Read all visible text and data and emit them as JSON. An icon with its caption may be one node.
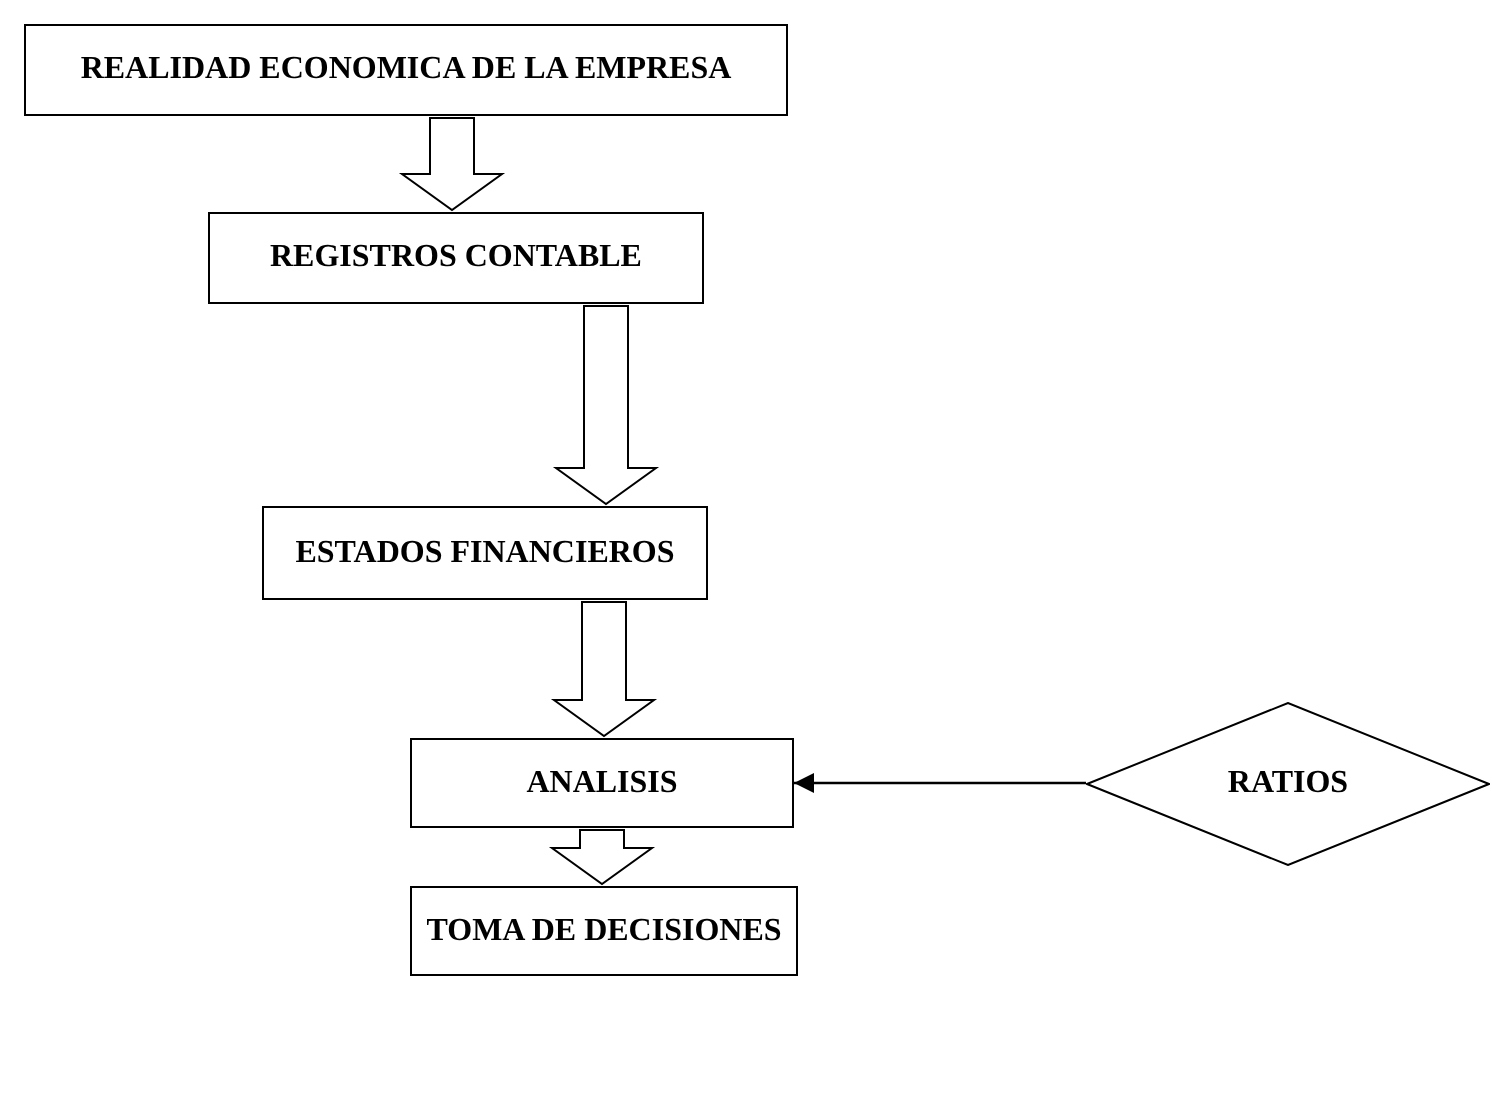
{
  "diagram": {
    "nodes": [
      {
        "text": [
          "REALIDAD ECONOMICA DE LA EMPRESA"
        ]
      },
      {
        "text": [
          "REGISTROS CONTABLE"
        ]
      },
      {
        "text": [
          "ESTADOS FINANCIEROS"
        ]
      },
      {
        "text": [
          "ANALISIS"
        ]
      },
      {
        "text": [
          "TOMA DE DECISIONES"
        ]
      },
      {
        "text": [
          "RATIOS"
        ]
      }
    ],
    "edges": [
      {
        "from": 0,
        "to": 1,
        "arrow": "to"
      },
      {
        "from": 1,
        "to": 2,
        "arrow": "to"
      },
      {
        "from": 2,
        "to": 3,
        "arrow": "to"
      },
      {
        "from": 3,
        "to": 4,
        "arrow": "to"
      },
      {
        "from": 5,
        "to": 3,
        "arrow": "to"
      }
    ]
  }
}
